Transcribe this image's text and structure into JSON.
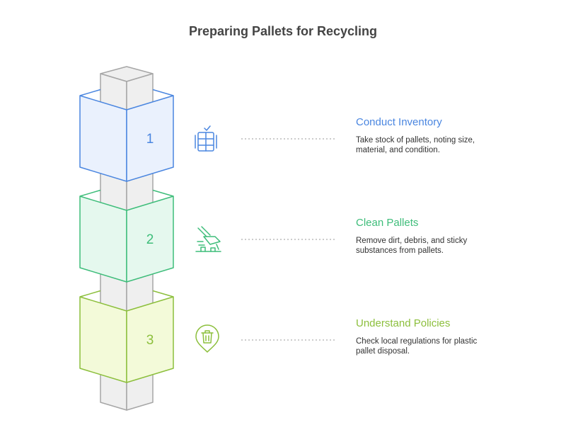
{
  "title": "Preparing Pallets for Recycling",
  "colors": {
    "pillar_fill": "#efefef",
    "pillar_stroke": "#a6a6a6",
    "dots": "#9a9a9a"
  },
  "steps": [
    {
      "number": "1",
      "heading": "Conduct Inventory",
      "description": "Take stock of pallets, noting size, material, and condition.",
      "icon": "inventory-list-icon",
      "color": "#4a86e0",
      "fill": "#eaf1fd"
    },
    {
      "number": "2",
      "heading": "Clean Pallets",
      "description": "Remove dirt, debris, and sticky substances from pallets.",
      "icon": "cleaning-brush-icon",
      "color": "#3ebd7a",
      "fill": "#e5f8ee"
    },
    {
      "number": "3",
      "heading": "Understand Policies",
      "description": "Check local regulations for plastic pallet disposal.",
      "icon": "trash-location-icon",
      "color": "#8cbf3c",
      "fill": "#f3fad9"
    }
  ]
}
